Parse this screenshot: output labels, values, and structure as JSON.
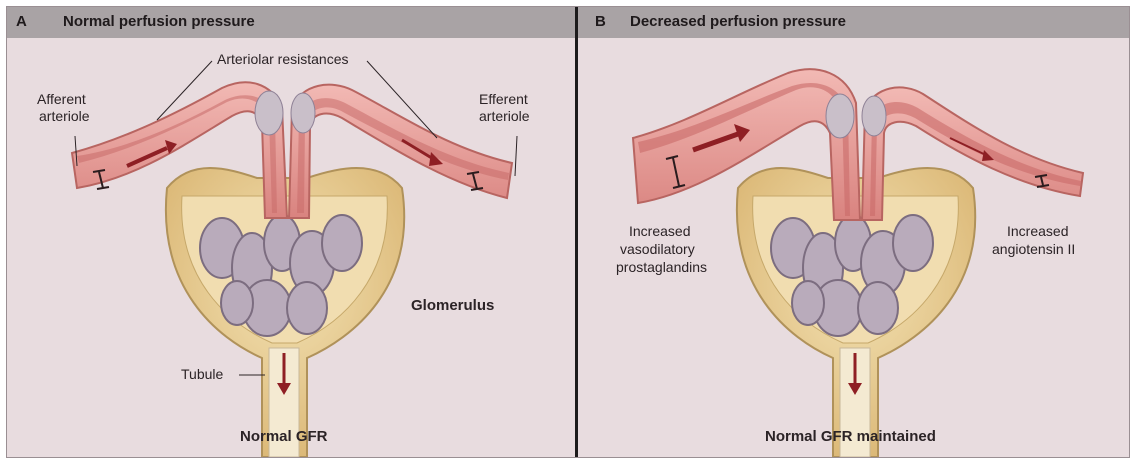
{
  "panel_a": {
    "letter": "A",
    "title": "Normal perfusion pressure",
    "labels": {
      "arteriolar_resistances": "Arteriolar resistances",
      "afferent_line1": "Afferent",
      "afferent_line2": "arteriole",
      "efferent_line1": "Efferent",
      "efferent_line2": "arteriole",
      "glomerulus": "Glomerulus",
      "tubule": "Tubule",
      "caption": "Normal GFR"
    }
  },
  "panel_b": {
    "letter": "B",
    "title": "Decreased perfusion pressure",
    "labels": {
      "left_line1": "Increased",
      "left_line2": "vasodilatory",
      "left_line3": "prostaglandins",
      "right_line1": "Increased",
      "right_line2": "angiotensin II",
      "caption": "Normal GFR maintained"
    }
  },
  "colors": {
    "background": "#e8dcdf",
    "header": "#a9a3a5",
    "divider": "#1d1b1c",
    "vessel_wall": "#e9a3a0",
    "vessel_lumen": "#c96a68",
    "capsule": "#ecd49a",
    "capillary": "#b7a9b8",
    "arrow": "#8e1f24"
  }
}
